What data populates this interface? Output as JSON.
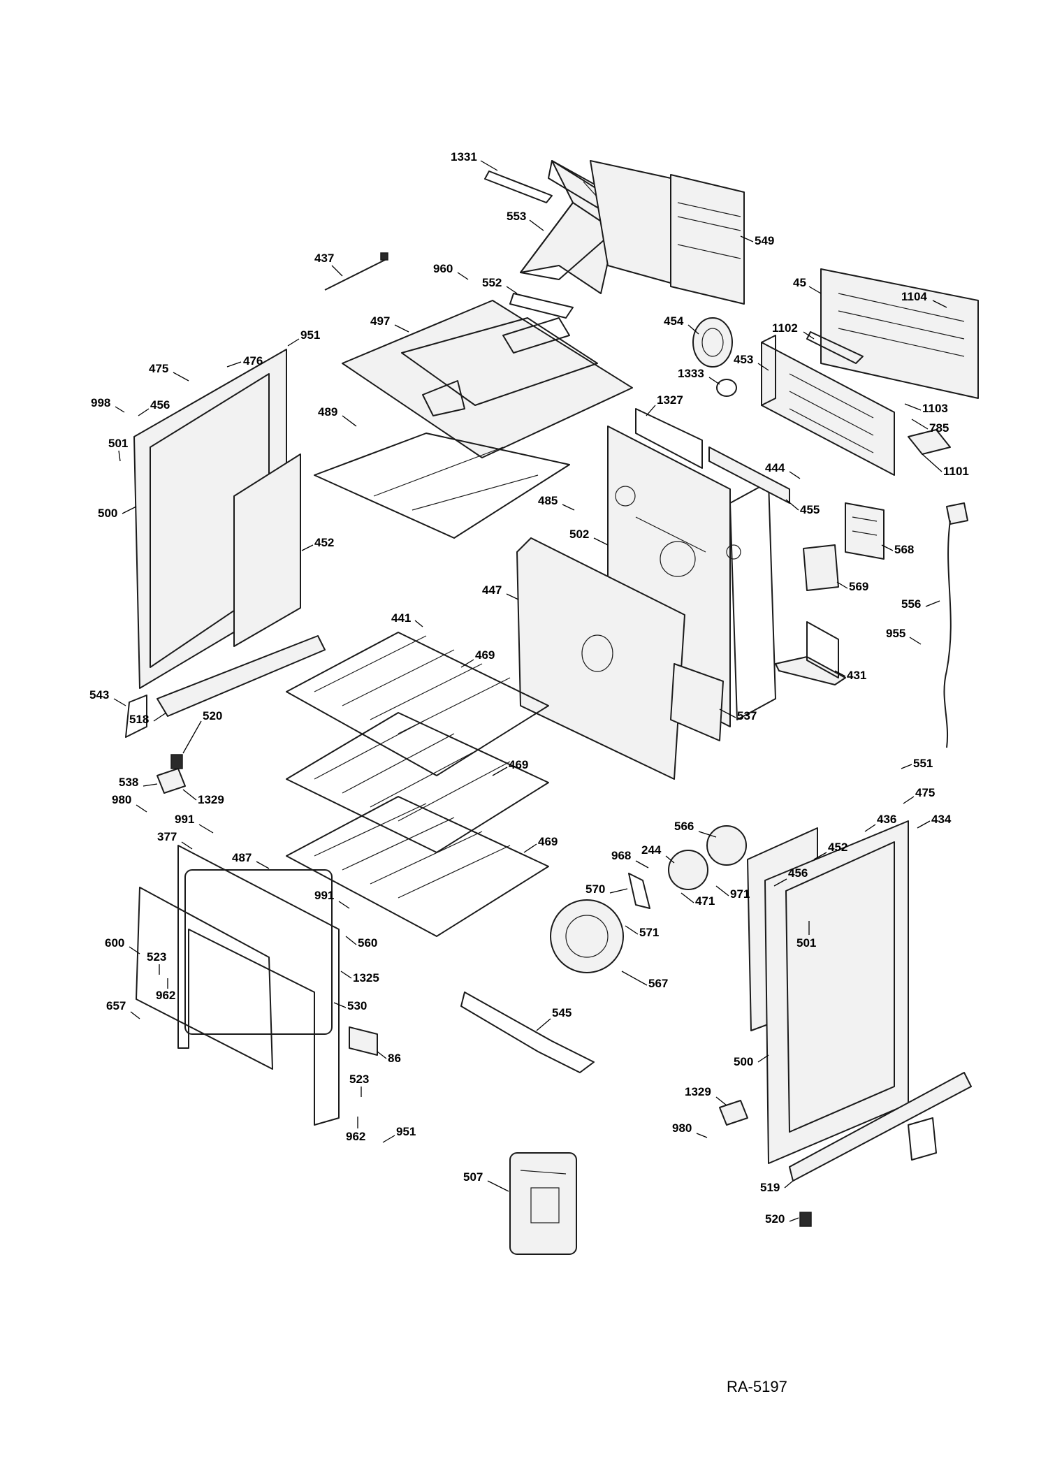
{
  "diagram_id": "RA-5197",
  "callouts": [
    "1331",
    "553",
    "549",
    "437",
    "960",
    "552",
    "45",
    "1104",
    "951",
    "497",
    "454",
    "1102",
    "476",
    "475",
    "998",
    "456",
    "1333",
    "453",
    "1103",
    "785",
    "489",
    "1327",
    "501",
    "500",
    "444",
    "1101",
    "485",
    "455",
    "502",
    "568",
    "452",
    "447",
    "569",
    "441",
    "556",
    "955",
    "469",
    "431",
    "543",
    "518",
    "520",
    "537",
    "538",
    "1329",
    "551",
    "469",
    "475",
    "980",
    "991",
    "436",
    "434",
    "566",
    "377",
    "487",
    "244",
    "452",
    "968",
    "456",
    "570",
    "471",
    "971",
    "991",
    "469",
    "560",
    "571",
    "501",
    "600",
    "523",
    "1325",
    "962",
    "567",
    "530",
    "657",
    "545",
    "86",
    "500",
    "523",
    "1329",
    "962",
    "951",
    "980",
    "519",
    "507",
    "520"
  ]
}
